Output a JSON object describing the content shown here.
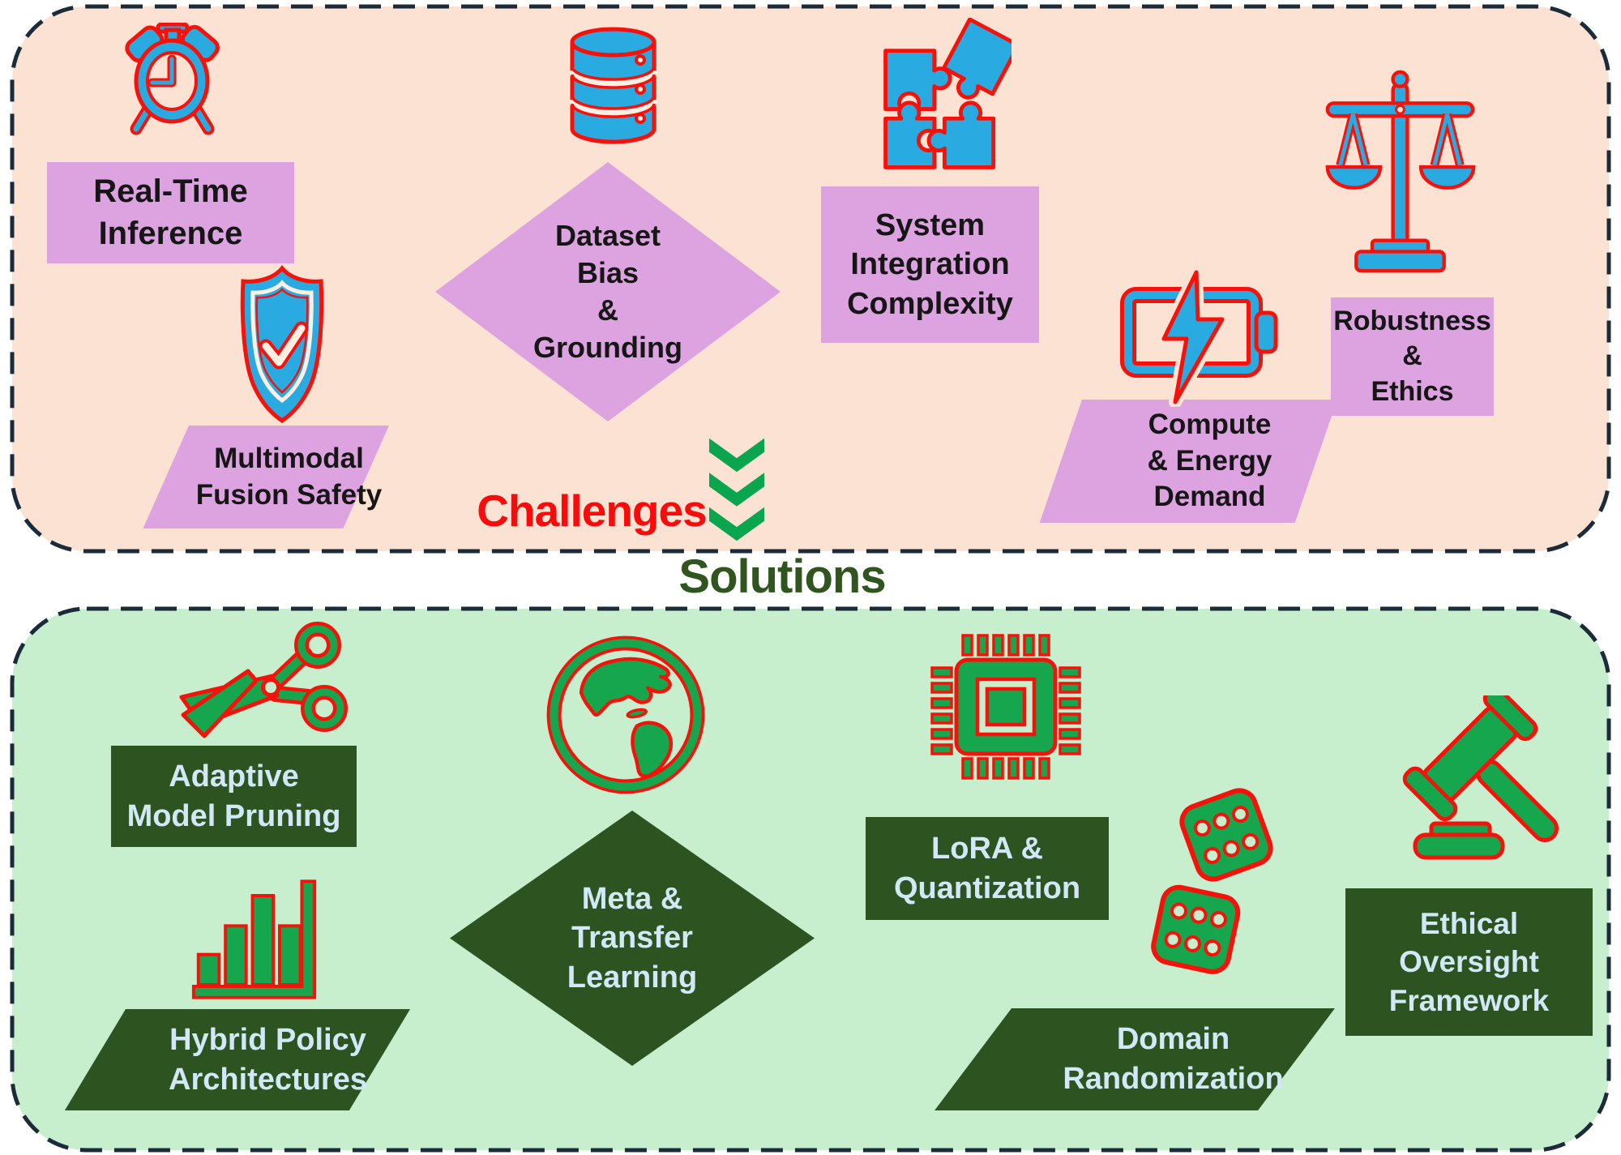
{
  "challenges": {
    "title": "Challenges",
    "items": [
      {
        "icon": "alarm-clock-icon",
        "label": "Real-Time\nInference"
      },
      {
        "icon": "database-icon",
        "label": "Dataset\nBias\n&\nGrounding"
      },
      {
        "icon": "shield-check-icon",
        "label": "Multimodal\nFusion Safety"
      },
      {
        "icon": "puzzle-icon",
        "label": "System\nIntegration\nComplexity"
      },
      {
        "icon": "battery-bolt-icon",
        "label": "Compute\n& Energy\nDemand"
      },
      {
        "icon": "scales-icon",
        "label": "Robustness\n&\nEthics"
      }
    ]
  },
  "solutions": {
    "title": "Solutions",
    "items": [
      {
        "icon": "scissors-icon",
        "label": "Adaptive\nModel Pruning"
      },
      {
        "icon": "bar-chart-icon",
        "label": "Hybrid Policy\nArchitectures"
      },
      {
        "icon": "globe-icon",
        "label": "Meta &\nTransfer\nLearning"
      },
      {
        "icon": "chip-icon",
        "label": "LoRA &\nQuantization"
      },
      {
        "icon": "dice-icon",
        "label": "Domain\nRandomization"
      },
      {
        "icon": "gavel-icon",
        "label": "Ethical\nOversight\nFramework"
      }
    ]
  },
  "colors": {
    "panel_challenges_bg": "#FBE2D2",
    "panel_solutions_bg": "#C7EECD",
    "plum_box": "#DDA3E0",
    "dark_green_box": "#2C5320",
    "icon_blue": "#29ABE2",
    "icon_green": "#16A64E",
    "icon_outline_red": "#F5120A",
    "challenges_text": "#F90B0B",
    "solutions_text": "#30551E",
    "light_blue_text": "#D2E8F7",
    "chevron_green": "#0AA54F",
    "dashed_border": "#1B2B3A"
  }
}
